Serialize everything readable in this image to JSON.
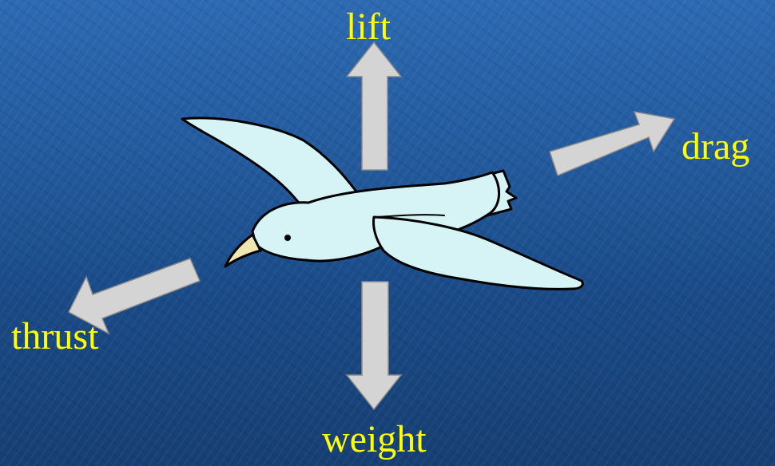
{
  "forces": {
    "lift": "lift",
    "drag": "drag",
    "thrust": "thrust",
    "weight": "weight"
  },
  "colors": {
    "background": "#225a9d",
    "label": "#ffff00",
    "arrow_fill": "#d4d4d4",
    "bird_fill": "#d6f3f6",
    "beak": "#f0e6b0"
  }
}
